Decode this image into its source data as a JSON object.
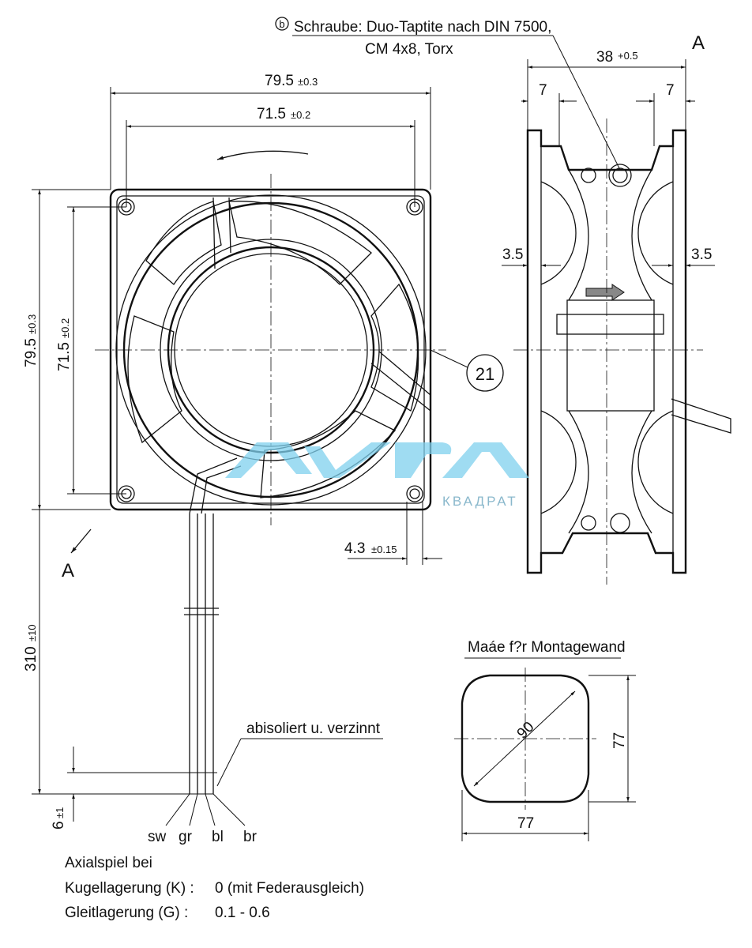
{
  "screw_note": {
    "marker": "b",
    "line1": "Schraube: Duo-Taptite nach DIN 7500,",
    "line2": "CM 4x8, Torx"
  },
  "view_label_top": "A",
  "view_label_arrow": "A",
  "front_view": {
    "width_outer": "79.5",
    "width_outer_tol": "±0.3",
    "width_hole": "71.5",
    "width_hole_tol": "±0.2",
    "height_outer": "79.5",
    "height_outer_tol": "±0.3",
    "height_hole": "71.5",
    "height_hole_tol": "±0.2",
    "hole_dia": "4.3",
    "hole_dia_tol": "±0.15",
    "callout": "21"
  },
  "side_view": {
    "depth": "38",
    "depth_tol": "+0.5",
    "flange_left": "7",
    "flange_right": "7",
    "inset_left": "3.5",
    "inset_right": "3.5"
  },
  "cable": {
    "length": "310",
    "length_tol": "±10",
    "strip": "6",
    "strip_tol": "±1",
    "strip_note": "abisoliert u. verzinnt",
    "wires": [
      "sw",
      "gr",
      "bl",
      "br"
    ]
  },
  "mounting": {
    "title": "Maáe f?r Montagewand",
    "diagonal": "90",
    "width": "77",
    "height": "77"
  },
  "axial_play": {
    "title": "Axialspiel bei",
    "ball_label": "Kugellagerung (K) :",
    "ball_value": "0 (mit Federausgleich)",
    "sleeve_label": "Gleitlagerung  (G) :",
    "sleeve_value": "0.1 - 0.6"
  },
  "watermark": {
    "logo": "AVRA",
    "text": "КВАДРАТ"
  }
}
